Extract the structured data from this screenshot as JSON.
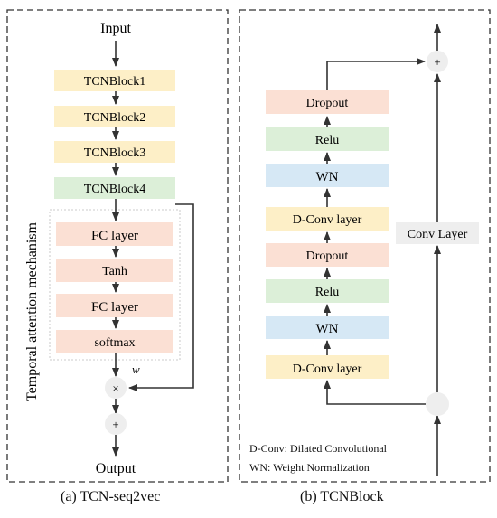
{
  "panel_a": {
    "caption": "(a)  TCN-seq2vec",
    "input_label": "Input",
    "output_label": "Output",
    "attention_label": "Temporal attention mechanism",
    "w_label": "w",
    "multiply_symbol": "×",
    "add_symbol": "+",
    "blocks": [
      "TCNBlock1",
      "TCNBlock2",
      "TCNBlock3",
      "TCNBlock4"
    ],
    "attention_layers": [
      "FC layer",
      "Tanh",
      "FC layer",
      "softmax"
    ]
  },
  "panel_b": {
    "caption": "(b)  TCNBlock",
    "add_symbol": "+",
    "conv_layer_label": "Conv Layer",
    "layers_top_to_bottom": [
      "Dropout",
      "Relu",
      "WN",
      "D-Conv layer",
      "Dropout",
      "Relu",
      "WN",
      "D-Conv layer"
    ],
    "legend": {
      "dconv": "D-Conv:  Dilated Convolutional",
      "wn": "WN: Weight Normalization"
    }
  },
  "colors": {
    "block_yellow": "#fdefc7",
    "block_green": "#dcefd8",
    "block_pink": "#fbe0d4",
    "block_blue": "#d6e8f5",
    "conv_gray": "#eeeeee",
    "circle_fill": "#eeeeee",
    "arrow": "#333333"
  }
}
